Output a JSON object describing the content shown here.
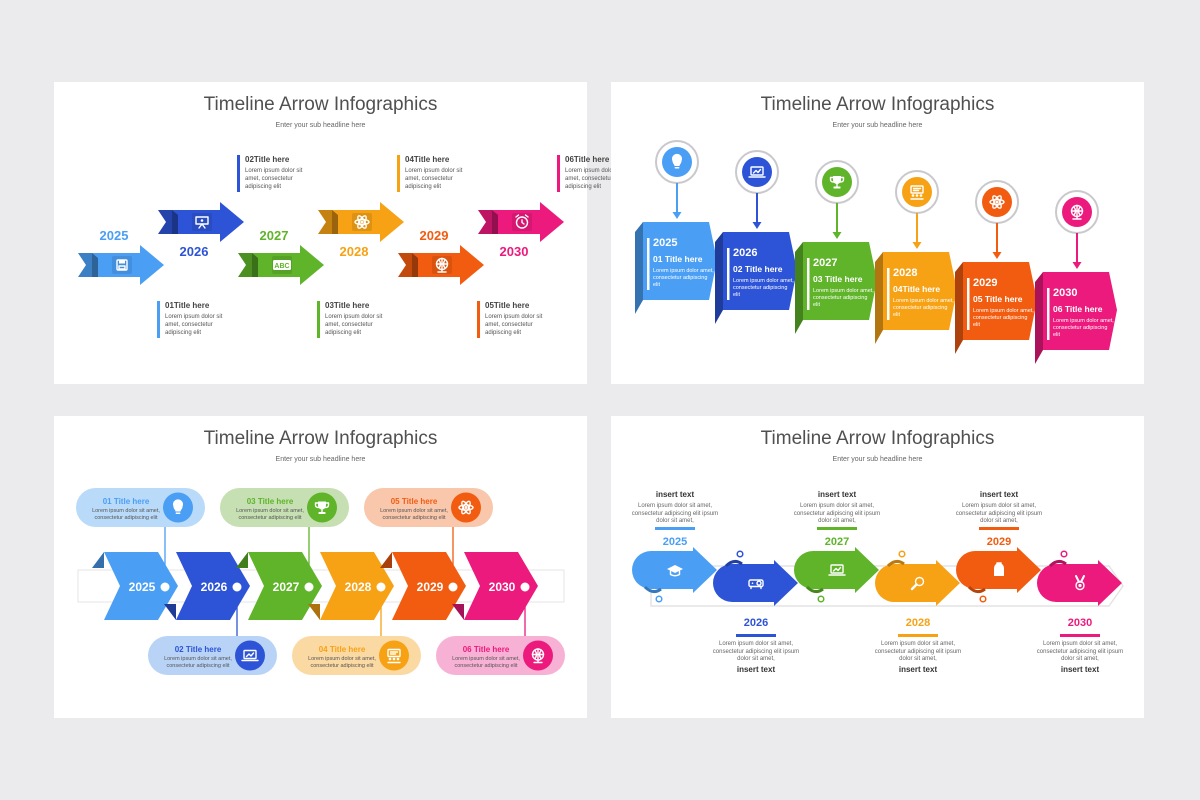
{
  "slides": [
    {
      "title": "Timeline Arrow Infographics",
      "subtitle": "Enter your sub headline here",
      "items": [
        {
          "year": "2025",
          "title": "01Title here",
          "text": "Lorem ipsum dolor sit amet, consectetur adipiscing elit",
          "color": "#4a9ff5",
          "icon": "floppy-disk-icon"
        },
        {
          "year": "2026",
          "title": "02Title here",
          "text": "Lorem ipsum dolor sit amet, consectetur adipiscing elit",
          "color": "#2d54d6",
          "icon": "presentation-board-icon"
        },
        {
          "year": "2027",
          "title": "03Title here",
          "text": "Lorem ipsum dolor sit amet, consectetur adipiscing elit",
          "color": "#5fb42a",
          "icon": "abc-board-icon"
        },
        {
          "year": "2028",
          "title": "04Title here",
          "text": "Lorem ipsum dolor sit amet, consectetur adipiscing elit",
          "color": "#f7a215",
          "icon": "atom-icon"
        },
        {
          "year": "2029",
          "title": "05Title here",
          "text": "Lorem ipsum dolor sit amet, consectetur adipiscing elit",
          "color": "#f25c10",
          "icon": "globe-icon"
        },
        {
          "year": "2030",
          "title": "06Title here",
          "text": "Lorem ipsum dolor sit amet, consectetur adipiscing elit",
          "color": "#ec1a7d",
          "icon": "alarm-clock-icon"
        }
      ]
    },
    {
      "title": "Timeline Arrow Infographics",
      "subtitle": "Enter your sub headline here",
      "items": [
        {
          "year": "2025",
          "title": "01 Title here",
          "text": "Lorem ipsum dolor amet, consectetur adipiscing elit",
          "color": "#4a9ff5",
          "icon": "lightbulb-icon"
        },
        {
          "year": "2026",
          "title": "02 Title here",
          "text": "Lorem ipsum dolor amet, consectetur adipiscing elit",
          "color": "#2d54d6",
          "icon": "laptop-chart-icon"
        },
        {
          "year": "2027",
          "title": "03 Title here",
          "text": "Lorem ipsum dolor amet, consectetur adipiscing elit",
          "color": "#5fb42a",
          "icon": "trophy-icon"
        },
        {
          "year": "2028",
          "title": "04Title here",
          "text": "Lorem ipsum dolor amet, consectetur adipiscing elit",
          "color": "#f7a215",
          "icon": "meeting-icon"
        },
        {
          "year": "2029",
          "title": "05 Title here",
          "text": "Lorem ipsum dolor amet, consectetur adipiscing elit",
          "color": "#f25c10",
          "icon": "atom-icon"
        },
        {
          "year": "2030",
          "title": "06 Title here",
          "text": "Lorem ipsum dolor amet, consectetur adipiscing elit",
          "color": "#ec1a7d",
          "icon": "globe-icon"
        }
      ]
    },
    {
      "title": "Timeline Arrow Infographics",
      "subtitle": "Enter your sub headline here",
      "items": [
        {
          "year": "2025",
          "title": "01 Title here",
          "text": "Lorem ipsum dolor sit amet, consectetur adipiscing elit",
          "color": "#4a9ff5",
          "pill": "#b9daf8",
          "icon": "lightbulb-icon"
        },
        {
          "year": "2026",
          "title": "02 Title here",
          "text": "Lorem ipsum dolor sit amet, consectetur adipiscing elit",
          "color": "#2d54d6",
          "pill": "#b8d3f6",
          "icon": "laptop-chart-icon"
        },
        {
          "year": "2027",
          "title": "03 Title here",
          "text": "Lorem ipsum dolor sit amet, consectetur adipiscing elit",
          "color": "#5fb42a",
          "pill": "#c6e0b3",
          "icon": "trophy-icon"
        },
        {
          "year": "2028",
          "title": "04 Title here",
          "text": "Lorem ipsum dolor sit amet, consectetur adipiscing elit",
          "color": "#f7a215",
          "pill": "#fbd9a3",
          "icon": "meeting-icon"
        },
        {
          "year": "2029",
          "title": "05 Title here",
          "text": "Lorem ipsum dolor sit amet, consectetur adipiscing elit",
          "color": "#f25c10",
          "pill": "#f9c7ab",
          "icon": "atom-icon"
        },
        {
          "year": "2030",
          "title": "06 Title here",
          "text": "Lorem ipsum dolor sit amet, consectetur adipiscing elit",
          "color": "#ec1a7d",
          "pill": "#f7b1d4",
          "icon": "globe-icon"
        }
      ]
    },
    {
      "title": "Timeline Arrow Infographics",
      "subtitle": "Enter your sub headline here",
      "items": [
        {
          "year": "2025",
          "title": "insert text",
          "text": "Lorem ipsum dolor sit amet, consectetur adipiscing elit ipsum dolor sit amet,",
          "color": "#4a9ff5",
          "icon": "graduation-cap-icon"
        },
        {
          "year": "2026",
          "title": "insert text",
          "text": "Lorem ipsum dolor sit amet, consectetur adipiscing elit ipsum dolor sit amet,",
          "color": "#2d54d6",
          "icon": "projector-icon"
        },
        {
          "year": "2027",
          "title": "insert text",
          "text": "Lorem ipsum dolor sit amet, consectetur adipiscing elit ipsum dolor sit amet,",
          "color": "#5fb42a",
          "icon": "laptop-chart-icon"
        },
        {
          "year": "2028",
          "title": "insert text",
          "text": "Lorem ipsum dolor sit amet, consectetur adipiscing elit ipsum dolor sit amet,",
          "color": "#f7a215",
          "icon": "magnifier-icon"
        },
        {
          "year": "2029",
          "title": "insert text",
          "text": "Lorem ipsum dolor sit amet, consectetur adipiscing elit ipsum dolor sit amet,",
          "color": "#f25c10",
          "icon": "backpack-icon"
        },
        {
          "year": "2030",
          "title": "insert text",
          "text": "Lorem ipsum dolor sit amet, consectetur adipiscing elit ipsum dolor sit amet,",
          "color": "#ec1a7d",
          "icon": "medal-icon"
        }
      ]
    }
  ]
}
